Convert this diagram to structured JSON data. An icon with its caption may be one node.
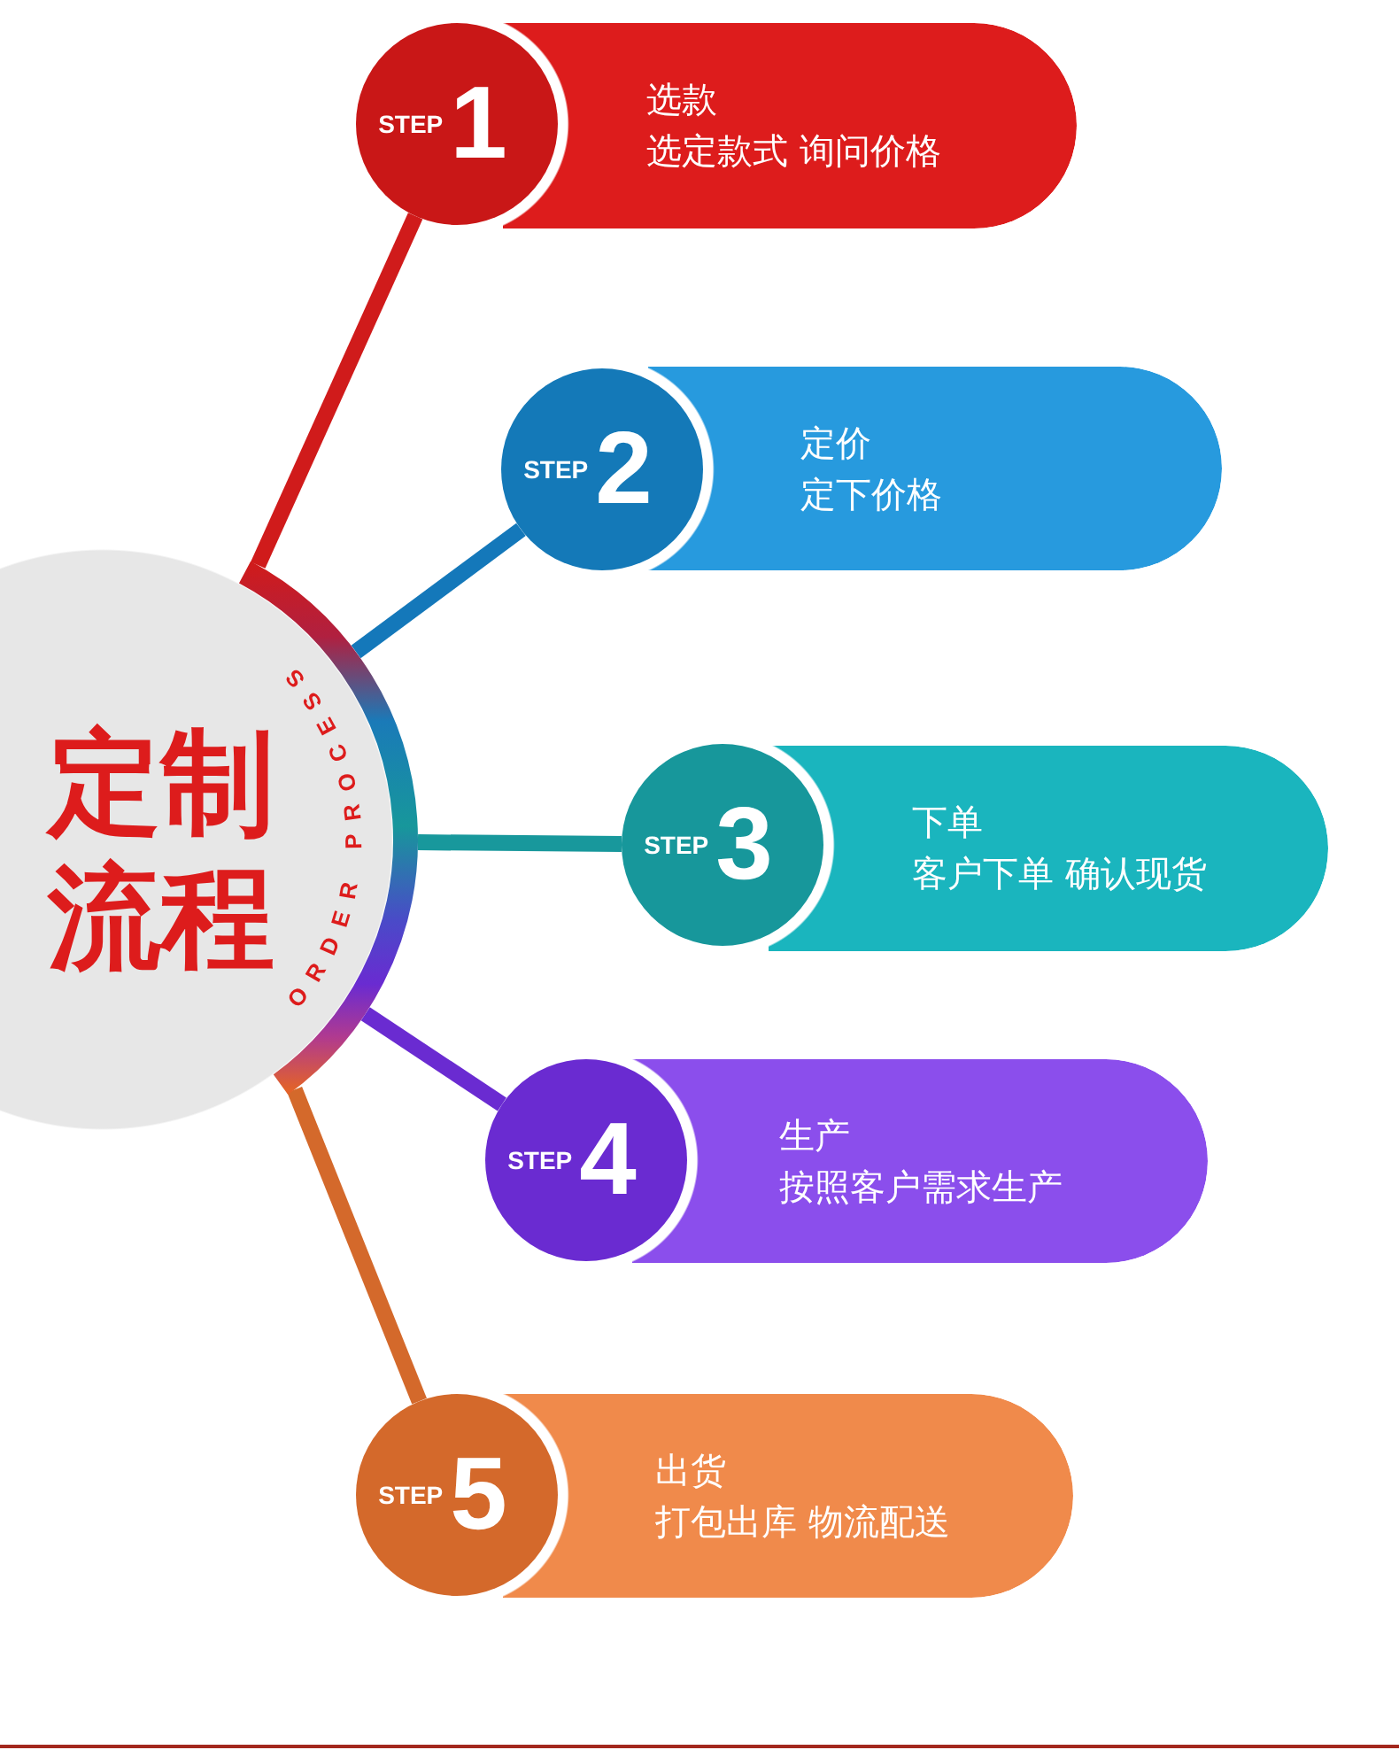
{
  "diagram": {
    "nodes": [
      {
        "text": [
          "定制流程",
          "ORDER PROCESS"
        ]
      },
      {
        "text": [
          "STEP",
          "1"
        ]
      },
      {
        "text": [
          "选款",
          "选定款式 询问价格"
        ]
      },
      {
        "text": [
          "STEP",
          "2"
        ]
      },
      {
        "text": [
          "定价",
          "定下价格"
        ]
      },
      {
        "text": [
          "STEP",
          "3"
        ]
      },
      {
        "text": [
          "下单",
          "客户下单 确认现货"
        ]
      },
      {
        "text": [
          "STEP",
          "4"
        ]
      },
      {
        "text": [
          "生产",
          "按照客户需求生产"
        ]
      },
      {
        "text": [
          "STEP",
          "5"
        ]
      },
      {
        "text": [
          "出货",
          "打包出库 物流配送"
        ]
      }
    ],
    "edges": [
      {
        "from": 0,
        "to": 1,
        "arrow": "none",
        "color": "#d01b1b"
      },
      {
        "from": 0,
        "to": 3,
        "arrow": "none",
        "color": "#1478ba"
      },
      {
        "from": 0,
        "to": 5,
        "arrow": "none",
        "color": "#18989c"
      },
      {
        "from": 0,
        "to": 7,
        "arrow": "none",
        "color": "#6a2bd1"
      },
      {
        "from": 0,
        "to": 9,
        "arrow": "none",
        "color": "#d4692b"
      }
    ]
  }
}
